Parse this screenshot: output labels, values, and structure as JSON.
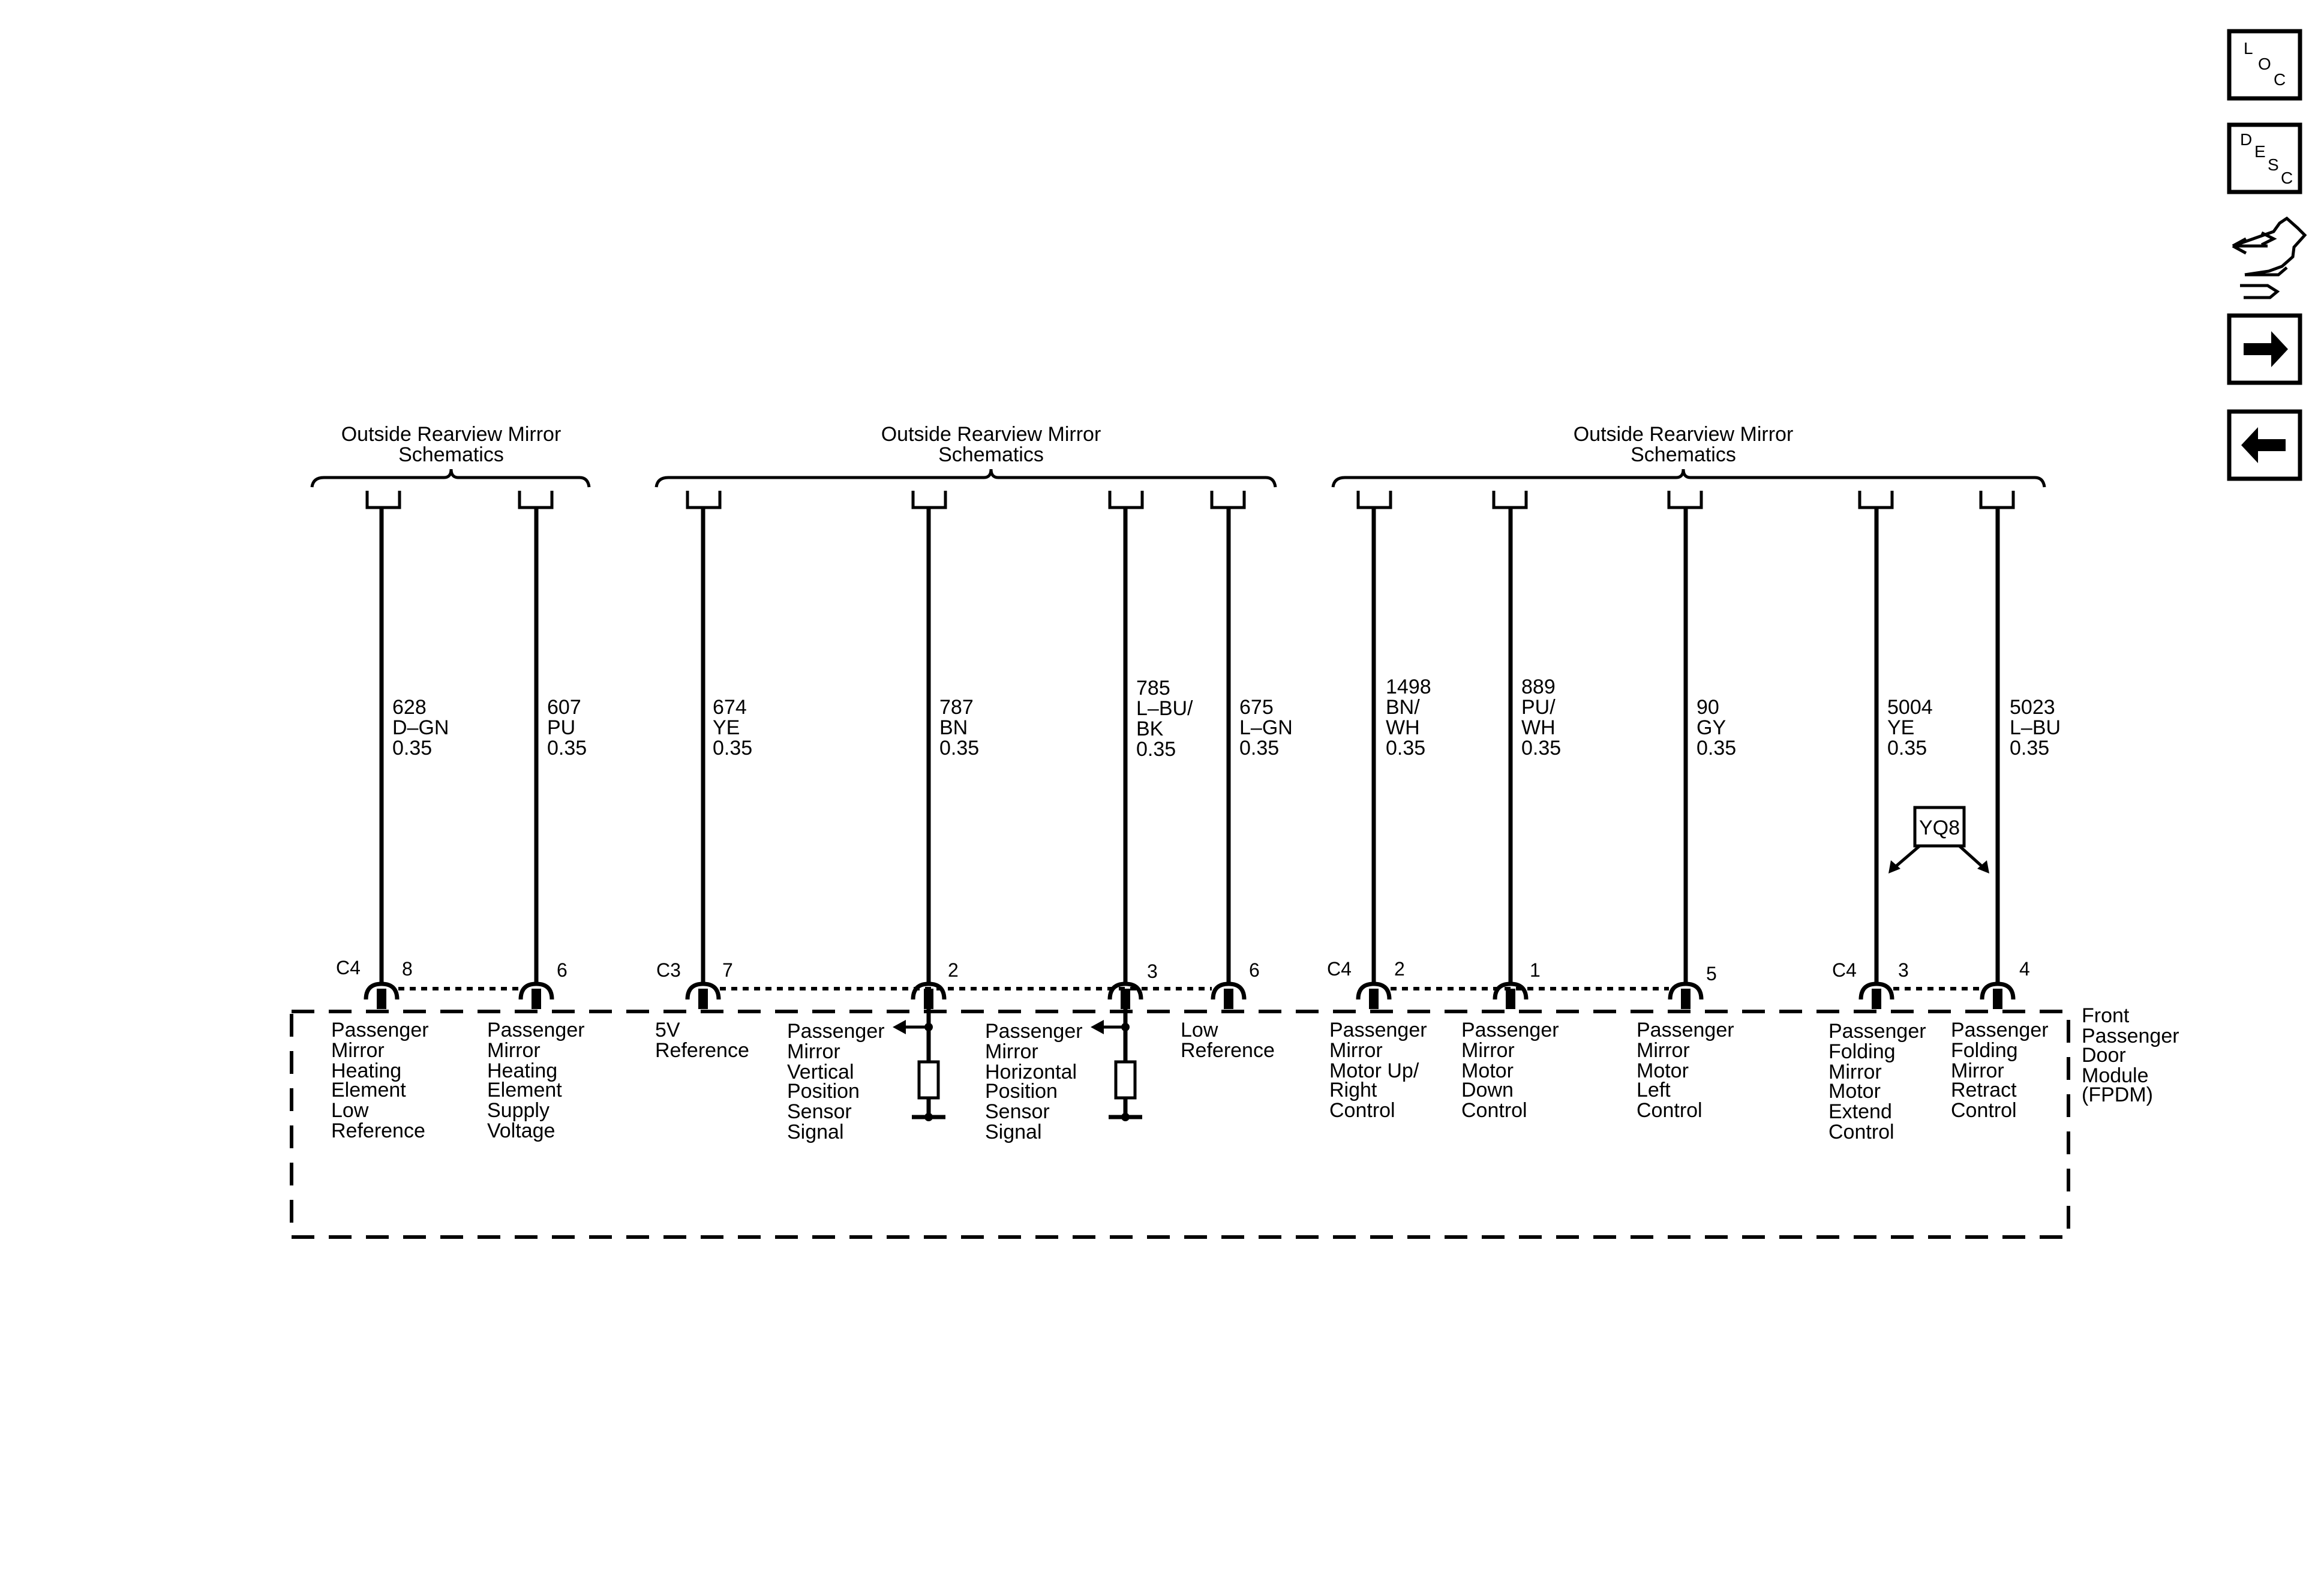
{
  "nav": {
    "loc": [
      "L",
      "O",
      "C"
    ],
    "desc": [
      "D",
      "E",
      "S",
      "C"
    ]
  },
  "headers": [
    [
      "Outside Rearview Mirror",
      "Schematics"
    ],
    [
      "Outside Rearview Mirror",
      "Schematics"
    ],
    [
      "Outside Rearview Mirror",
      "Schematics"
    ]
  ],
  "wires": [
    [
      "628",
      "D–GN",
      "0.35"
    ],
    [
      "607",
      "PU",
      "0.35"
    ],
    [
      "674",
      "YE",
      "0.35"
    ],
    [
      "787",
      "BN",
      "0.35"
    ],
    [
      "785",
      "L–BU/",
      "BK",
      "0.35"
    ],
    [
      "675",
      "L–GN",
      "0.35"
    ],
    [
      "1498",
      "BN/",
      "WH",
      "0.35"
    ],
    [
      "889",
      "PU/",
      "WH",
      "0.35"
    ],
    [
      "90",
      "GY",
      "0.35"
    ],
    [
      "5004",
      "YE",
      "0.35"
    ],
    [
      "5023",
      "L–BU",
      "0.35"
    ]
  ],
  "connectors": [
    "C4",
    "C3",
    "C4",
    "C4"
  ],
  "pins": [
    "8",
    "6",
    "7",
    "2",
    "3",
    "6",
    "2",
    "1",
    "5",
    "3",
    "4"
  ],
  "option_code": "YQ8",
  "functions": [
    [
      "Passenger",
      "Mirror",
      "Heating",
      "Element",
      "Low",
      "Reference"
    ],
    [
      "Passenger",
      "Mirror",
      "Heating",
      "Element",
      "Supply",
      "Voltage"
    ],
    [
      "5V",
      "Reference"
    ],
    [
      "Passenger",
      "Mirror",
      "Vertical",
      "Position",
      "Sensor",
      "Signal"
    ],
    [
      "Passenger",
      "Mirror",
      "Horizontal",
      "Position",
      "Sensor",
      "Signal"
    ],
    [
      "Low",
      "Reference"
    ],
    [
      "Passenger",
      "Mirror",
      "Motor Up/",
      "Right",
      "Control"
    ],
    [
      "Passenger",
      "Mirror",
      "Motor",
      "Down",
      "Control"
    ],
    [
      "Passenger",
      "Mirror",
      "Motor",
      "Left",
      "Control"
    ],
    [
      "Passenger",
      "Folding",
      "Mirror",
      "Motor",
      "Extend",
      "Control"
    ],
    [
      "Passenger",
      "Folding",
      "Mirror",
      "Retract",
      "Control"
    ]
  ],
  "module": [
    "Front",
    "Passenger",
    "Door",
    "Module",
    "(FPDM)"
  ]
}
